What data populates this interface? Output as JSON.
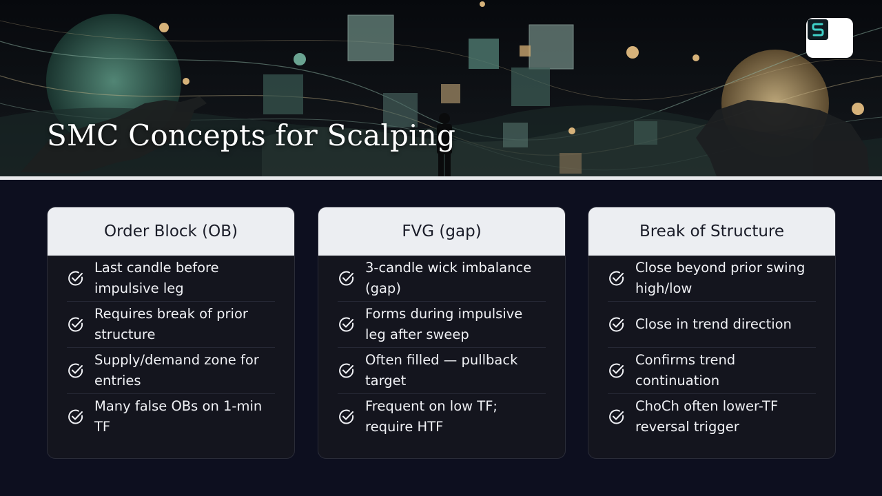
{
  "header": {
    "title": "SMC Concepts for Scalping",
    "logo_icon": "s-logo-icon"
  },
  "colors": {
    "background": "#0d0f1f",
    "card_background": "#14151e",
    "card_header": "#eceef2",
    "text": "#f0f1f5"
  },
  "cards": [
    {
      "title": "Order Block (OB)",
      "items": [
        "Last candle before impulsive leg",
        "Requires break of prior structure",
        "Supply/demand zone for entries",
        "Many false OBs on 1-min TF"
      ]
    },
    {
      "title": "FVG (gap)",
      "items": [
        "3-candle wick imbalance (gap)",
        "Forms during impulsive leg after sweep",
        "Often filled — pullback target",
        "Frequent on low TF; require HTF"
      ]
    },
    {
      "title": "Break of Structure",
      "items": [
        "Close beyond prior swing high/low",
        "Close in trend direction",
        "Confirms trend continuation",
        "ChoCh often lower-TF reversal trigger"
      ]
    }
  ]
}
